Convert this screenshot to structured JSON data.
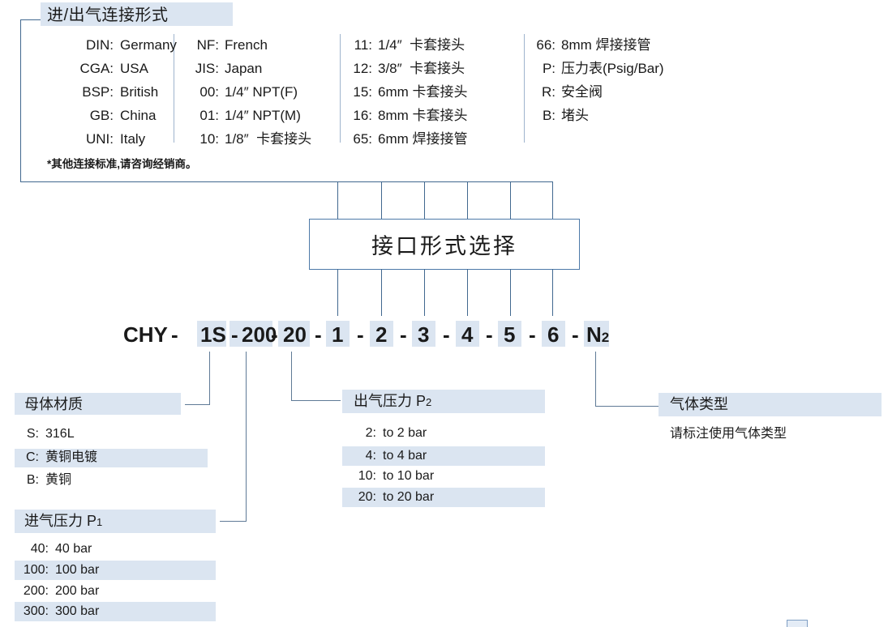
{
  "top_panel": {
    "title": "进/出气连接形式",
    "footnote": "*其他连接标准,请咨询经销商。",
    "columns": [
      {
        "name": "standards",
        "items": [
          {
            "code": "DIN:",
            "value": "Germany"
          },
          {
            "code": "CGA:",
            "value": "USA"
          },
          {
            "code": "BSP:",
            "value": "British"
          },
          {
            "code": "GB:",
            "value": "China"
          },
          {
            "code": "UNI:",
            "value": "Italy"
          }
        ]
      },
      {
        "name": "threads",
        "items": [
          {
            "code": "NF:",
            "value": "French"
          },
          {
            "code": "JIS:",
            "value": "Japan"
          },
          {
            "code": "00:",
            "value": "1/4″ NPT(F)"
          },
          {
            "code": "01:",
            "value": "1/4″ NPT(M)"
          },
          {
            "code": "10:",
            "value": "1/8″  卡套接头"
          }
        ]
      },
      {
        "name": "ferrule-fittings",
        "items": [
          {
            "code": "11:",
            "value": "1/4″  卡套接头"
          },
          {
            "code": "12:",
            "value": "3/8″  卡套接头"
          },
          {
            "code": "15:",
            "value": "6mm 卡套接头"
          },
          {
            "code": "16:",
            "value": "8mm 卡套接头"
          },
          {
            "code": "65:",
            "value": "6mm 焊接接管"
          }
        ]
      },
      {
        "name": "accessories",
        "items": [
          {
            "code": "66:",
            "value": "8mm 焊接接管"
          },
          {
            "code": "P:",
            "value": "压力表(Psig/Bar)"
          },
          {
            "code": "R:",
            "value": "安全阀"
          },
          {
            "code": "B:",
            "value": "堵头"
          }
        ]
      }
    ]
  },
  "center_box": {
    "label": "接口形式选择"
  },
  "part_number": {
    "segments": [
      {
        "text": "CHY",
        "highlight": false
      },
      {
        "text": "-",
        "highlight": false
      },
      {
        "text": "1S",
        "highlight": true
      },
      {
        "text": "-",
        "highlight": false
      },
      {
        "text": "200",
        "highlight": true
      },
      {
        "text": "-",
        "highlight": false
      },
      {
        "text": "20",
        "highlight": true
      },
      {
        "text": "-",
        "highlight": false
      },
      {
        "text": "1",
        "highlight": true
      },
      {
        "text": "-",
        "highlight": false
      },
      {
        "text": "2",
        "highlight": true
      },
      {
        "text": "-",
        "highlight": false
      },
      {
        "text": "3",
        "highlight": true
      },
      {
        "text": "-",
        "highlight": false
      },
      {
        "text": "4",
        "highlight": true
      },
      {
        "text": "-",
        "highlight": false
      },
      {
        "text": "5",
        "highlight": true
      },
      {
        "text": "-",
        "highlight": false
      },
      {
        "text": "6",
        "highlight": true
      },
      {
        "text": "-",
        "highlight": false
      },
      {
        "text": "N2",
        "highlight": true
      }
    ],
    "full_code": "CHY - 1S -200- 20 - 1 - 2 - 3 - 4 - 5 - 6 - N2"
  },
  "groups": {
    "body_material": {
      "title": "母体材质",
      "items": [
        {
          "code": "S:",
          "value": "316L",
          "highlight": false
        },
        {
          "code": "C:",
          "value": "黄铜电镀",
          "highlight": true
        },
        {
          "code": "B:",
          "value": "黄铜",
          "highlight": false
        }
      ]
    },
    "inlet_pressure": {
      "title": "进气压力 P",
      "title_sub": "1",
      "items": [
        {
          "code": "40:",
          "value": "40 bar",
          "highlight": false
        },
        {
          "code": "100:",
          "value": "100 bar",
          "highlight": true
        },
        {
          "code": "200:",
          "value": "200 bar",
          "highlight": false
        },
        {
          "code": "300:",
          "value": "300 bar",
          "highlight": true
        }
      ]
    },
    "outlet_pressure": {
      "title": "出气压力 P",
      "title_sub": "2",
      "items": [
        {
          "code": "2:",
          "value": "to 2 bar",
          "highlight": false
        },
        {
          "code": "4:",
          "value": "to 4 bar",
          "highlight": true
        },
        {
          "code": "10:",
          "value": "to 10 bar",
          "highlight": false
        },
        {
          "code": "20:",
          "value": "to 20 bar",
          "highlight": true
        }
      ]
    },
    "gas_type": {
      "title": "气体类型",
      "note": "请标注使用气体类型"
    }
  },
  "colors": {
    "line": "#41688f",
    "highlight": "#dbe5f1",
    "box_border": "#4d79a8",
    "text": "#1a1a1a"
  }
}
